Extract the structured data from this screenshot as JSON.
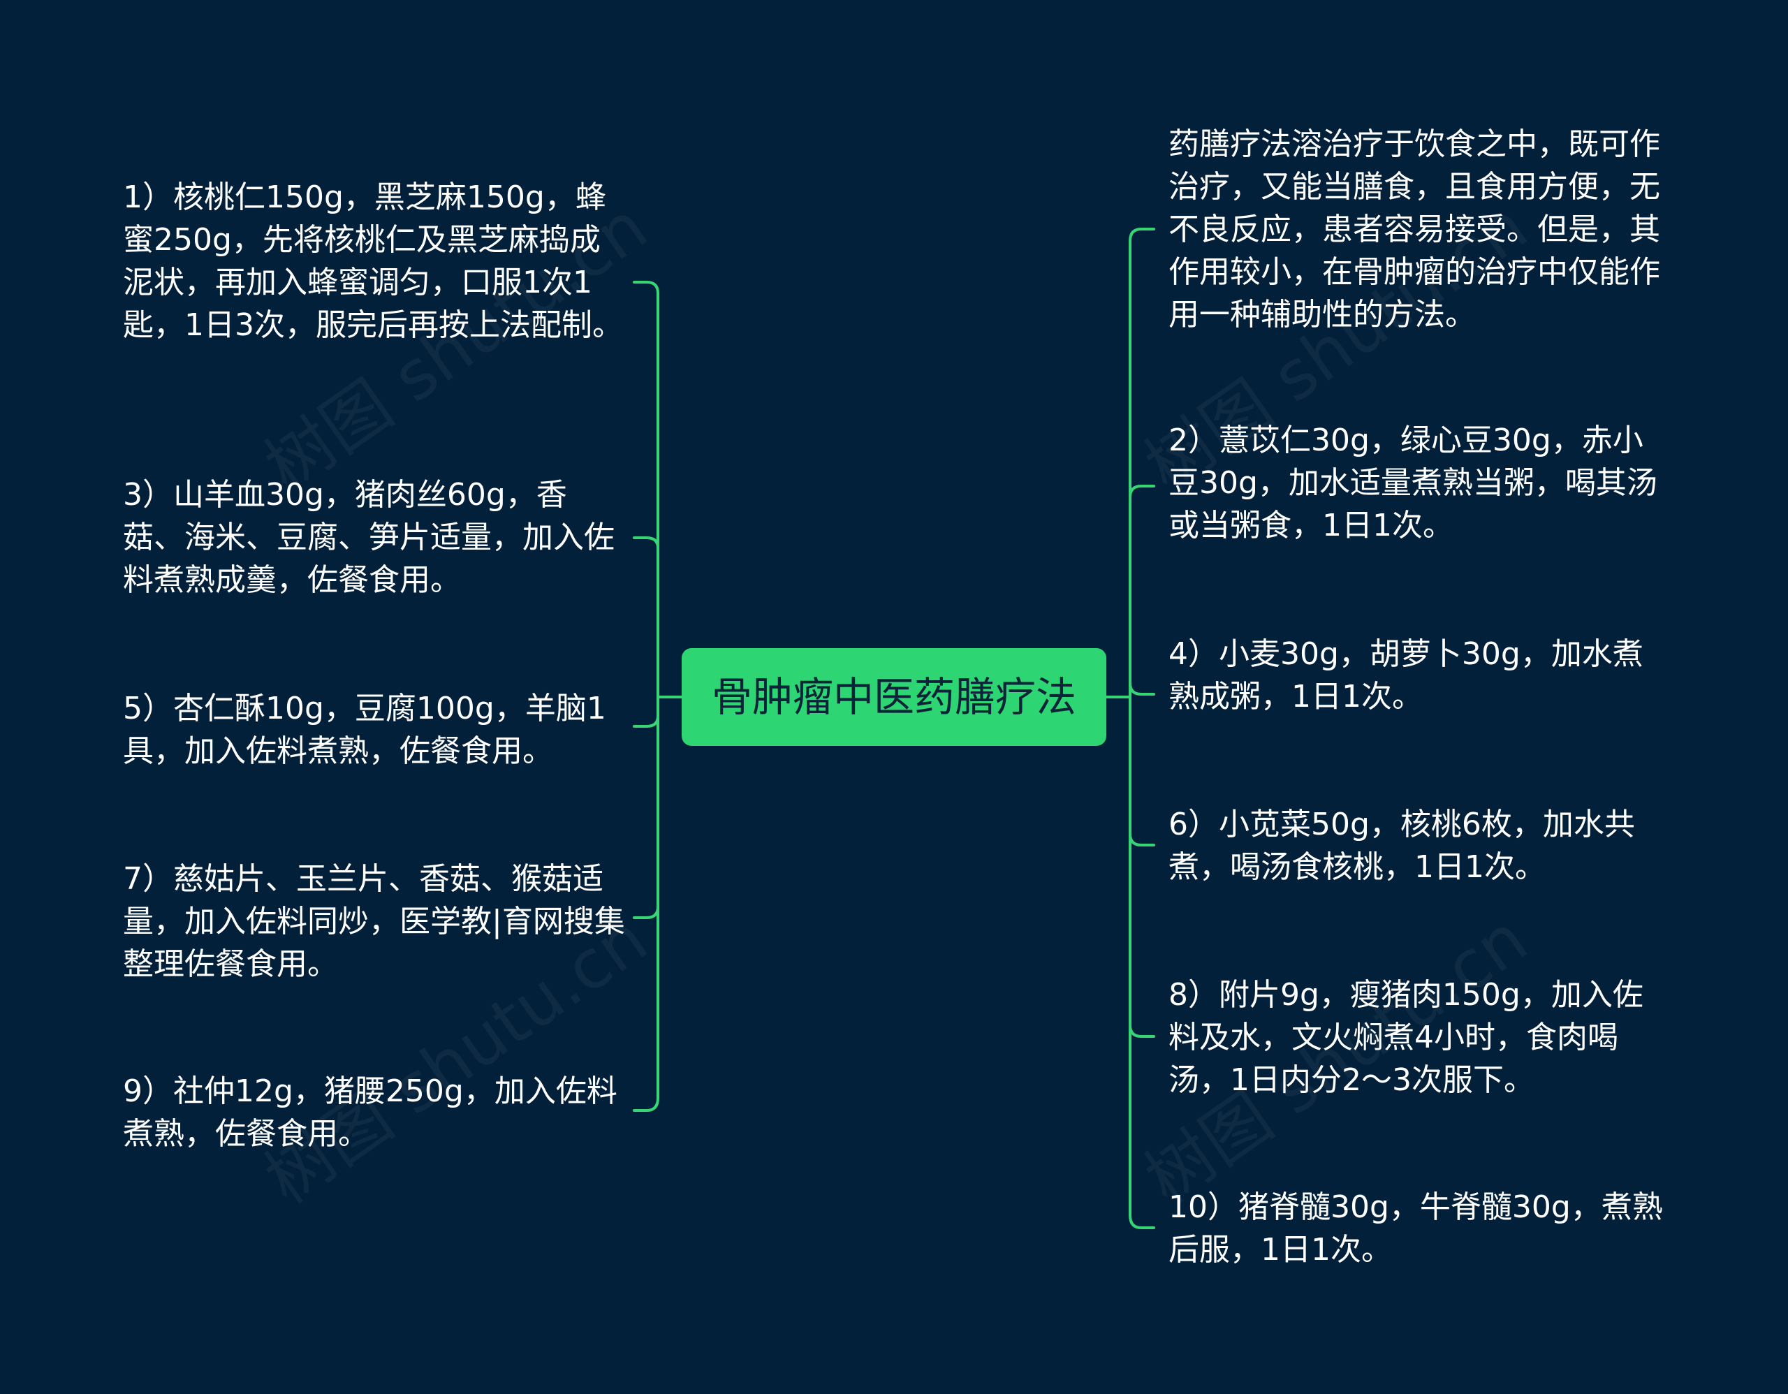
{
  "root": {
    "label": "骨肿瘤中医药膳疗法"
  },
  "left_items": [
    {
      "text": "1）核桃仁150g，黑芝麻150g，蜂蜜250g，先将核桃仁及黑芝麻捣成泥状，再加入蜂蜜调匀，口服1次1匙，1日3次，服完后再按上法配制。"
    },
    {
      "text": "3）山羊血30g，猪肉丝60g，香菇、海米、豆腐、笋片适量，加入佐料煮熟成羹，佐餐食用。"
    },
    {
      "text": "5）杏仁酥10g，豆腐100g，羊脑1具，加入佐料煮熟，佐餐食用。"
    },
    {
      "text": "7）慈姑片、玉兰片、香菇、猴菇适量，加入佐料同炒，医学教|育网搜集整理佐餐食用。"
    },
    {
      "text": "9）社仲12g，猪腰250g，加入佐料煮熟，佐餐食用。"
    }
  ],
  "right_items": [
    {
      "text": "药膳疗法溶治疗于饮食之中，既可作治疗，又能当膳食，且食用方便，无不良反应，患者容易接受。但是，其作用较小，在骨肿瘤的治疗中仅能作用一种辅助性的方法。"
    },
    {
      "text": "2）薏苡仁30g，绿心豆30g，赤小豆30g，加水适量煮熟当粥，喝其汤或当粥食，1日1次。"
    },
    {
      "text": "4）小麦30g，胡萝卜30g，加水煮熟成粥，1日1次。"
    },
    {
      "text": "6）小苋菜50g，核桃6枚，加水共煮，喝汤食核桃，1日1次。"
    },
    {
      "text": "8）附片9g，瘦猪肉150g，加入佐料及水，文火焖煮4小时，食肉喝汤，1日内分2～3次服下。"
    },
    {
      "text": "10）猪脊髓30g，牛脊髓30g，煮熟后服，1日1次。"
    }
  ],
  "watermark": {
    "text": "树图 shutu.cn"
  },
  "colors": {
    "background": "#03203a",
    "accent": "#2ed573",
    "connector": "#37d576",
    "text": "#ffffff"
  }
}
